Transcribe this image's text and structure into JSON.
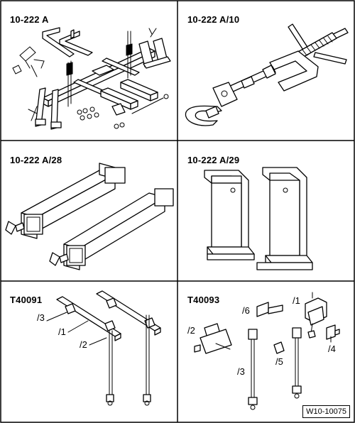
{
  "panels": [
    {
      "title": "10-222 A"
    },
    {
      "title": "10-222 A/10"
    },
    {
      "title": "10-222 A/28"
    },
    {
      "title": "10-222 A/29"
    },
    {
      "title": "T40091",
      "callouts": [
        "/3",
        "/1",
        "/2"
      ]
    },
    {
      "title": "T40093",
      "callouts": [
        "/6",
        "/1",
        "/2",
        "/4",
        "/3",
        "/5"
      ]
    }
  ],
  "reference": "W10-10075"
}
